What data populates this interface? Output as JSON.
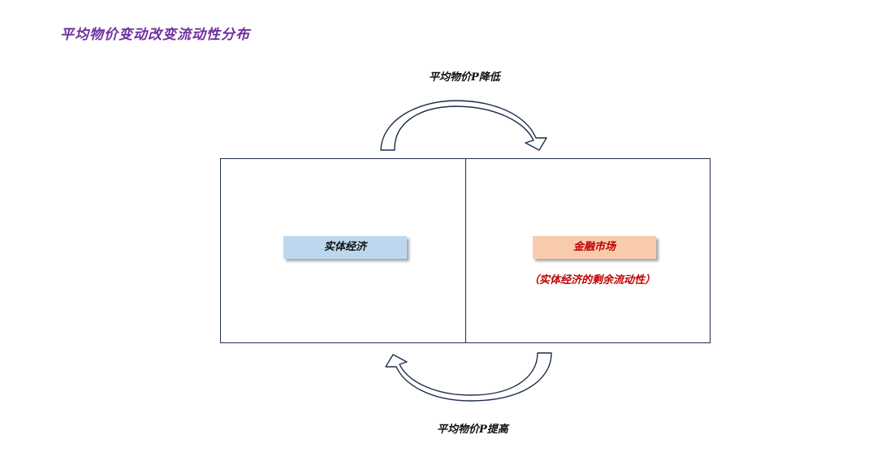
{
  "title": "平均物价变动改变流动性分布",
  "arrows": {
    "top_label": "平均物价P降低",
    "bottom_label": "平均物价P提高"
  },
  "boxes": {
    "left": {
      "label": "实体经济",
      "color": "#bdd7ee"
    },
    "right": {
      "label": "金融市场",
      "note": "（实体经济的剩余流动性）",
      "color": "#f8cbad",
      "text_color": "#c00000"
    }
  },
  "colors": {
    "title": "#7030a0",
    "border": "#1f2d4d"
  }
}
